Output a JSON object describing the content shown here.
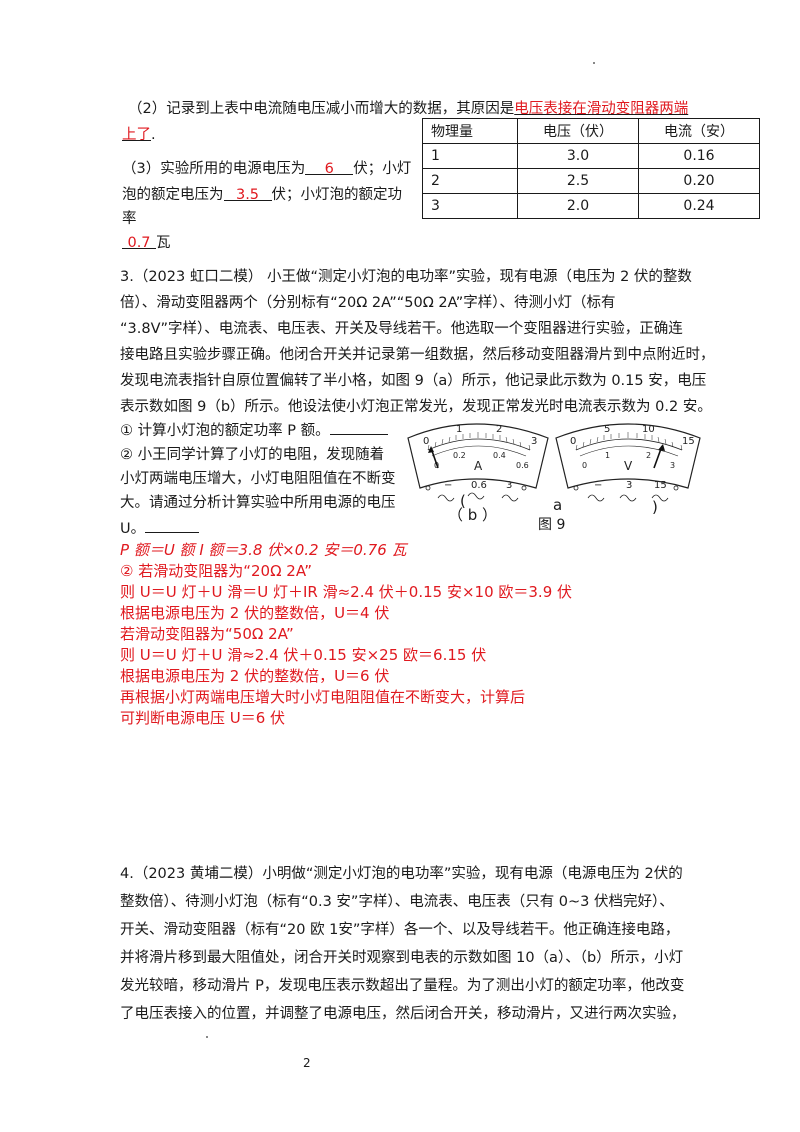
{
  "part1": {
    "q2_prefix": "（2）记录到上表中电流随电压减小而增大的数据，其原因是",
    "q2_answer_a": "电压表接在滑动变阻器两端",
    "q2_answer_b": "上了",
    "q2_end": ".",
    "q3_line1_a": "（3）实验所用的电源电压为",
    "q3_answer_u": "6",
    "q3_line1_b": "伏；小灯",
    "q3_line2_a": "泡的额定电压为",
    "q3_answer_ue": "3.5",
    "q3_line2_b": "伏；小灯泡的额定功",
    "q3_line3": "率",
    "q3_answer_p": "0.7",
    "q3_unit": "瓦"
  },
  "table": {
    "headers": [
      "物理量",
      "电压（伏）",
      "电流（安）"
    ],
    "rows": [
      [
        "1",
        "3.0",
        "0.16"
      ],
      [
        "2",
        "2.5",
        "0.20"
      ],
      [
        "3",
        "2.0",
        "0.24"
      ]
    ]
  },
  "q3": {
    "lines": [
      "3.（2023 虹口二模）  小王做“测定小灯泡的电功率”实验，现有电源（电压为 2 伏的整数",
      "倍）、滑动变阻器两个（分别标有“20Ω   2A”“50Ω   2A”字样）、待测小灯（标有",
      "“3.8V”字样）、电流表、电压表、开关及导线若干。他选取一个变阻器进行实验，正确连",
      "接电路且实验步骤正确。他闭合开关并记录第一组数据，然后移动变阻器滑片到中点附近时，",
      "发现电流表指针自原位置偏转了半小格，如图 9（a）所示，他记录此示数为 0.15 安，电压",
      "表示数如图 9（b）所示。他设法使小灯泡正常发光，发现正常发光时电流表示数为 0.2 安。"
    ],
    "sub1": "① 计算小灯泡的额定功率 P 额。",
    "sub2_lines": [
      "② 小王同学计算了小灯的电阻，发现随着",
      "小灯两端电压增大，小灯电阻阻值在不断变",
      "大。请通过分析计算实验中所用电源的电压",
      "U。"
    ],
    "answers": [
      "P 额＝U 额 I 额＝3.8 伏×0.2 安＝0.76 瓦",
      "② 若滑动变阻器为“20Ω 2A”",
      "则 U＝U 灯＋U 滑＝U 灯＋IR 滑≈2.4 伏＋0.15 安×10 欧＝3.9 伏",
      "根据电源电压为 2 伏的整数倍，U＝4 伏",
      "若滑动变阻器为“50Ω 2A”",
      "则 U＝U 灯＋U 滑≈2.4 伏＋0.15 安×25 欧＝6.15 伏",
      "根据电源电压为 2 伏的整数倍，U＝6 伏",
      "再根据小灯两端电压增大时小灯电阻阻值在不断变大，计算后",
      "可判断电源电压  U＝6 伏"
    ]
  },
  "figure9": {
    "caption": "图 9",
    "label_a_open": "(",
    "label_a": "a",
    "label_a_close": ")",
    "label_b": "（ b ）",
    "ammeter": {
      "unit": "A",
      "outer_ticks": [
        "0",
        "1",
        "2",
        "3"
      ],
      "inner_ticks": [
        "0",
        "0.2",
        "0.4",
        "0.6"
      ],
      "terminals": [
        "−",
        "0.6",
        "3"
      ]
    },
    "voltmeter": {
      "unit": "V",
      "outer_ticks": [
        "0",
        "5",
        "10",
        "15"
      ],
      "inner_ticks": [
        "0",
        "1",
        "2",
        "3"
      ],
      "terminals": [
        "−",
        "3",
        "15"
      ]
    }
  },
  "q4": {
    "lines": [
      "4.（2023 黄埔二模）小明做“测定小灯泡的电功率”实验，现有电源（电源电压为 2伏的",
      "整数倍）、待测小灯泡（标有“0.3 安”字样）、电流表、电压表（只有 0~3 伏档完好）、",
      "开关、滑动变阻器（标有“20 欧 1安”字样）各一个、以及导线若干。他正确连接电路，",
      "并将滑片移到最大阻值处，闭合开关时观察到电表的示数如图 10（a）、（b）所示，小灯",
      "发光较暗，移动滑片 P，发现电压表示数超出了量程。为了测出小灯的额定功率，他改变",
      "了电压表接入的位置，并调整了电源电压，然后闭合开关，移动滑片，又进行两次实验，"
    ]
  },
  "page_number": "2"
}
